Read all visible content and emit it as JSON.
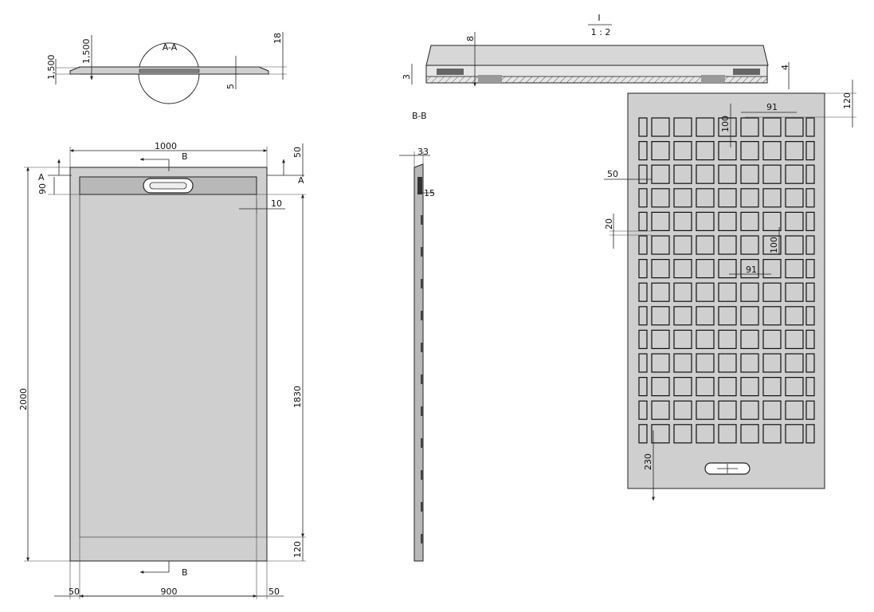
{
  "views": {
    "section_aa": {
      "label": "A-A",
      "dims": [
        "1,500",
        "1,500",
        "18",
        "5"
      ]
    },
    "detail_i": {
      "label": "I",
      "scale": "1 : 2",
      "dims": [
        "8",
        "3",
        "4"
      ]
    },
    "section_bb": {
      "label": "B-B",
      "dims": [
        "33",
        "15"
      ]
    },
    "plan": {
      "section_marks": [
        "A",
        "A",
        "B",
        "B"
      ],
      "dims": {
        "width": "1000",
        "length": "2000",
        "inner_length": "1830",
        "inner_width": "900",
        "margin_left": "50",
        "margin_right": "50",
        "margin_top": "50",
        "bottom_band": "120",
        "channel": "90",
        "rim": "10"
      }
    },
    "grid": {
      "dims": {
        "top": "120",
        "cell_w_top": "91",
        "cell_h_top": "100",
        "side": "50",
        "gap": "20",
        "cell_h_mid": "100",
        "cell_w_mid": "91",
        "bottom": "230"
      }
    }
  }
}
